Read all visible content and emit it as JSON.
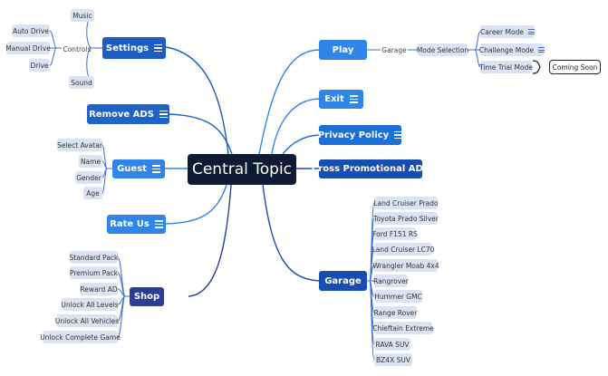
{
  "center": "Central Topic",
  "branches": {
    "settings": "Settings",
    "remove_ads": "Remove ADS",
    "guest": "Guest",
    "rate_us": "Rate Us",
    "shop": "Shop",
    "play": "Play",
    "exit": "Exit",
    "privacy": "Privacy Policy",
    "cross_promo": "Cross Promotional ADS",
    "garage": "Garage"
  },
  "settings_children": {
    "music": "Music",
    "controls": "Controls",
    "sound": "Sound",
    "auto_drive": "Auto Drive",
    "manual_drive": "Manual Drive",
    "drive": "Drive"
  },
  "guest_children": [
    "Select Avatar",
    "Name",
    "Gender",
    "Age"
  ],
  "shop_children": [
    "Standard Pack",
    "Premium Pack",
    "Reward AD",
    "Unlock All Levels",
    "Unlock All Vehicles",
    "Unlock Complete Game"
  ],
  "play_children": {
    "garage": "Garage",
    "mode_selection": "Mode Selection",
    "modes": [
      "Career Mode",
      "Challenge Mode",
      "Time Trial Mode"
    ],
    "callout": "Coming Soon"
  },
  "garage_children": [
    "Land Cruiser Prado",
    "Toyota Prado Silver",
    "Ford F151 RS",
    "Land Cruiser LC70",
    "Wrangler Moab 4x4",
    "Rangrover",
    "Hummer GMC",
    "Range Rover",
    "Chieftain Extreme",
    "RAVA SUV",
    "BZ4X SUV"
  ],
  "colors": {
    "center": "#0f1a33",
    "settings": "#1e5cc0",
    "remove_ads": "#1f63c6",
    "guest": "#2f86e6",
    "rate_us": "#2f86e6",
    "shop": "#2b3d94",
    "play": "#2f86e6",
    "exit": "#2f86e6",
    "privacy": "#1e6fd6",
    "cross_promo": "#174fb0",
    "garage": "#174fb0",
    "leaf": "#dbe3f3"
  },
  "icons": {
    "topic_notes": "notes-icon"
  }
}
